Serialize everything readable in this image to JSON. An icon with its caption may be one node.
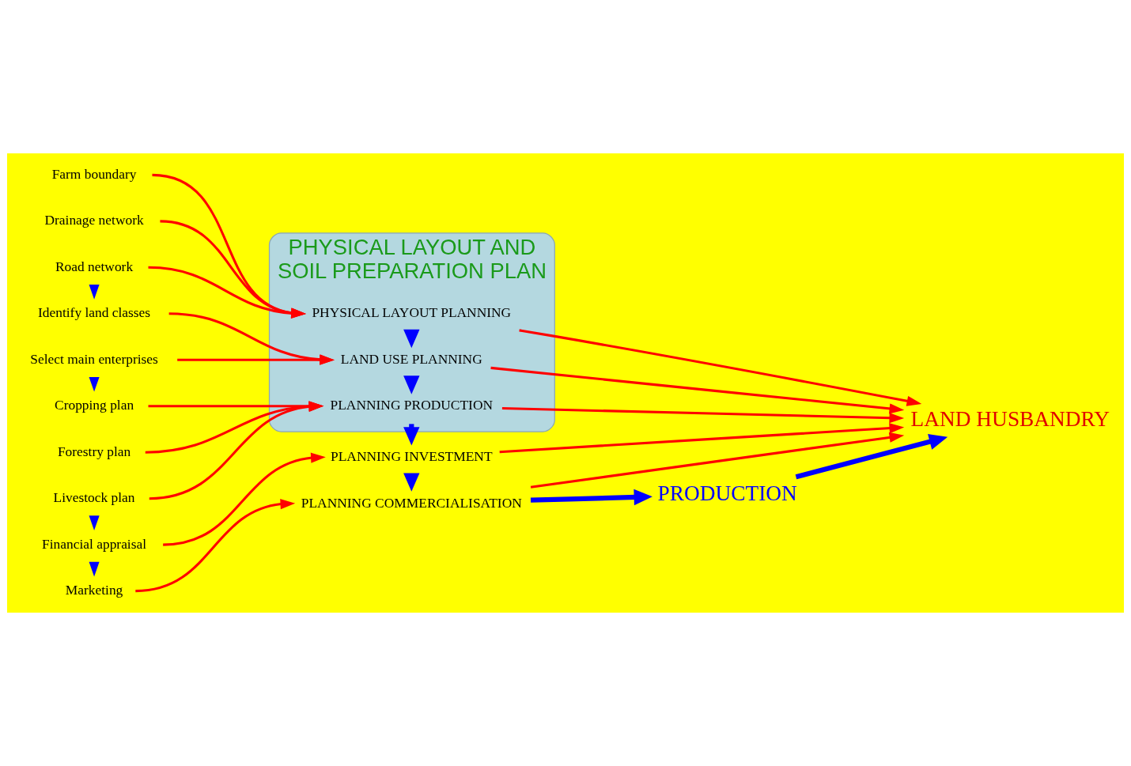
{
  "diagram": {
    "nodes": [
      {
        "text": [
          "PHYSICAL LAYOUT AND SOIL PREPARATION PLAN"
        ]
      },
      {
        "text": [
          "Farm boundary"
        ]
      },
      {
        "text": [
          "Drainage network"
        ]
      },
      {
        "text": [
          "Road network"
        ]
      },
      {
        "text": [
          "Identify land classes"
        ]
      },
      {
        "text": [
          "Select main enterprises"
        ]
      },
      {
        "text": [
          "Cropping plan"
        ]
      },
      {
        "text": [
          "Forestry plan"
        ]
      },
      {
        "text": [
          "Livestock plan"
        ]
      },
      {
        "text": [
          "Financial appraisal"
        ]
      },
      {
        "text": [
          "Marketing"
        ]
      },
      {
        "text": [
          "PHYSICAL LAYOUT PLANNING"
        ],
        "in": 0
      },
      {
        "text": [
          "LAND USE PLANNING"
        ],
        "in": 0
      },
      {
        "text": [
          "PLANNING PRODUCTION"
        ],
        "in": 0
      },
      {
        "text": [
          "PLANNING INVESTMENT"
        ]
      },
      {
        "text": [
          "PLANNING COMMERCIALISATION"
        ]
      },
      {
        "text": [
          "PRODUCTION"
        ]
      },
      {
        "text": [
          "LAND HUSBANDRY"
        ]
      }
    ],
    "edges": [
      {
        "from": 1,
        "to": 11,
        "arrow": "to"
      },
      {
        "from": 2,
        "to": 11,
        "arrow": "to"
      },
      {
        "from": 3,
        "to": 11,
        "arrow": "to"
      },
      {
        "from": 3,
        "to": 4,
        "arrow": "to",
        "color": "#0000ff"
      },
      {
        "from": 4,
        "to": 12,
        "arrow": "to"
      },
      {
        "from": 5,
        "to": 12,
        "arrow": "to"
      },
      {
        "from": 5,
        "to": 6,
        "arrow": "to",
        "color": "#0000ff"
      },
      {
        "from": 6,
        "to": 13,
        "arrow": "to"
      },
      {
        "from": 7,
        "to": 13,
        "arrow": "to"
      },
      {
        "from": 8,
        "to": 13,
        "arrow": "to"
      },
      {
        "from": 8,
        "to": 9,
        "arrow": "to",
        "color": "#0000ff"
      },
      {
        "from": 9,
        "to": 14,
        "arrow": "to"
      },
      {
        "from": 9,
        "to": 10,
        "arrow": "to",
        "color": "#0000ff"
      },
      {
        "from": 10,
        "to": 15,
        "arrow": "to"
      },
      {
        "from": 11,
        "to": 12,
        "arrow": "to",
        "style": "thick",
        "color": "#0000ff"
      },
      {
        "from": 12,
        "to": 13,
        "arrow": "to",
        "style": "thick",
        "color": "#0000ff"
      },
      {
        "from": 13,
        "to": 14,
        "arrow": "to",
        "style": "thick",
        "color": "#0000ff"
      },
      {
        "from": 14,
        "to": 15,
        "arrow": "to",
        "style": "thick",
        "color": "#0000ff"
      },
      {
        "from": 15,
        "to": 16,
        "arrow": "to",
        "style": "thick",
        "color": "#0000ff"
      },
      {
        "from": 16,
        "to": 17,
        "arrow": "to",
        "style": "thick",
        "color": "#0000ff"
      },
      {
        "from": 11,
        "to": 17,
        "arrow": "to"
      },
      {
        "from": 12,
        "to": 17,
        "arrow": "to"
      },
      {
        "from": 13,
        "to": 17,
        "arrow": "to"
      },
      {
        "from": 14,
        "to": 17,
        "arrow": "to"
      },
      {
        "from": 15,
        "to": 17,
        "arrow": "to"
      }
    ]
  }
}
